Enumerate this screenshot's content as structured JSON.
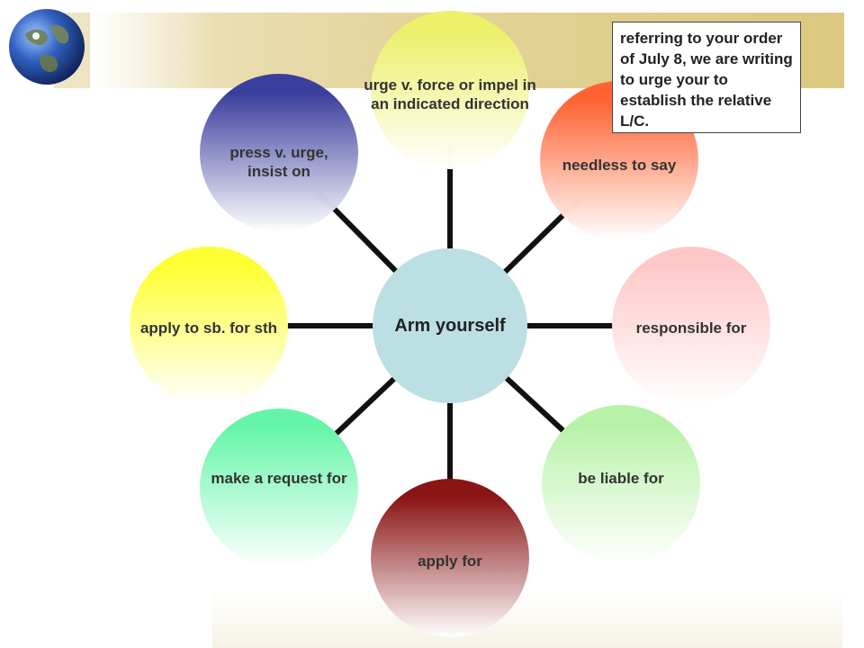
{
  "diagram": {
    "hub": {
      "label": "Arm yourself"
    },
    "nodes": [
      {
        "label": "urge v. force or impel in\nan indicated direction"
      },
      {
        "label": "needless to say"
      },
      {
        "label": "responsible for"
      },
      {
        "label": "be liable for"
      },
      {
        "label": "apply for"
      },
      {
        "label": "make a request for"
      },
      {
        "label": "apply to sb. for sth"
      },
      {
        "label": "press v. urge,\ninsist on"
      }
    ],
    "note": "referring to your order of July 8, we are writing to urge your to establish the relative L/C."
  },
  "colors": {
    "hub": "#bcdfe3",
    "urge": "#ecf06a",
    "needless": "#ff6233",
    "responsible": "#ffc8c8",
    "liable": "#b8f2a8",
    "apply_for": "#8a1515",
    "request": "#66f5a8",
    "apply_to": "#ffff33",
    "press": "#3a3e9c",
    "connector": "#111111"
  },
  "icons": {
    "logo": "globe-icon"
  }
}
